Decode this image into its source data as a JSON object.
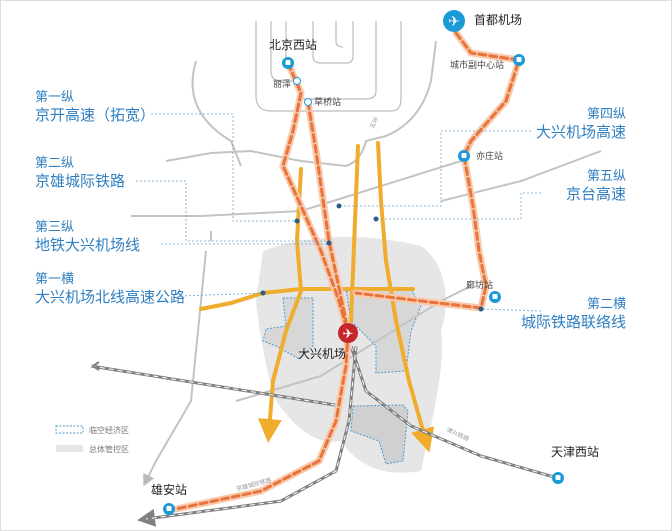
{
  "colors": {
    "callout_text": "#2f7fc1",
    "highway": "#f0ac2c",
    "rail_dashed": "#e8743b",
    "rail_halo": "#f8c9ad",
    "existing_rail": "#808080",
    "station_icon": "#1a9ad6",
    "airport_icon_capital": "#1a9ad6",
    "airport_icon_daxing": "#c6262b",
    "control_zone": "#e6e6e6",
    "economic_zone_border": "#4d9ad0"
  },
  "callouts": [
    {
      "id": "v1",
      "title": "第一纵",
      "name": "京开高速（拓宽）"
    },
    {
      "id": "v2",
      "title": "第二纵",
      "name": "京雄城际铁路"
    },
    {
      "id": "v3",
      "title": "第三纵",
      "name": "地铁大兴机场线"
    },
    {
      "id": "h1",
      "title": "第一横",
      "name": "大兴机场北线高速公路"
    },
    {
      "id": "v4",
      "title": "第四纵",
      "name": "大兴机场高速"
    },
    {
      "id": "v5",
      "title": "第五纵",
      "name": "京台高速"
    },
    {
      "id": "h2",
      "title": "第二横",
      "name": "城际铁路联络线"
    }
  ],
  "places": {
    "capital_airport": "首都机场",
    "beijing_west": "北京西站",
    "lize": "丽泽",
    "caoqiao": "草桥站",
    "sub_center": "城市副中心站",
    "yizhuang": "亦庄站",
    "langfang": "廊坊站",
    "daxing_airport": "大兴机场",
    "tianjin_west": "天津西站",
    "xiongan": "雄安站"
  },
  "road_labels": {
    "fifth_ring": "五环",
    "jinxing": "津兴铁路",
    "jingxiong": "京雄城际铁路"
  },
  "legend": [
    {
      "label": "临空经济区",
      "icon": "dotted-blue-box"
    },
    {
      "label": "总体管控区",
      "icon": "gray-fill-box"
    }
  ]
}
